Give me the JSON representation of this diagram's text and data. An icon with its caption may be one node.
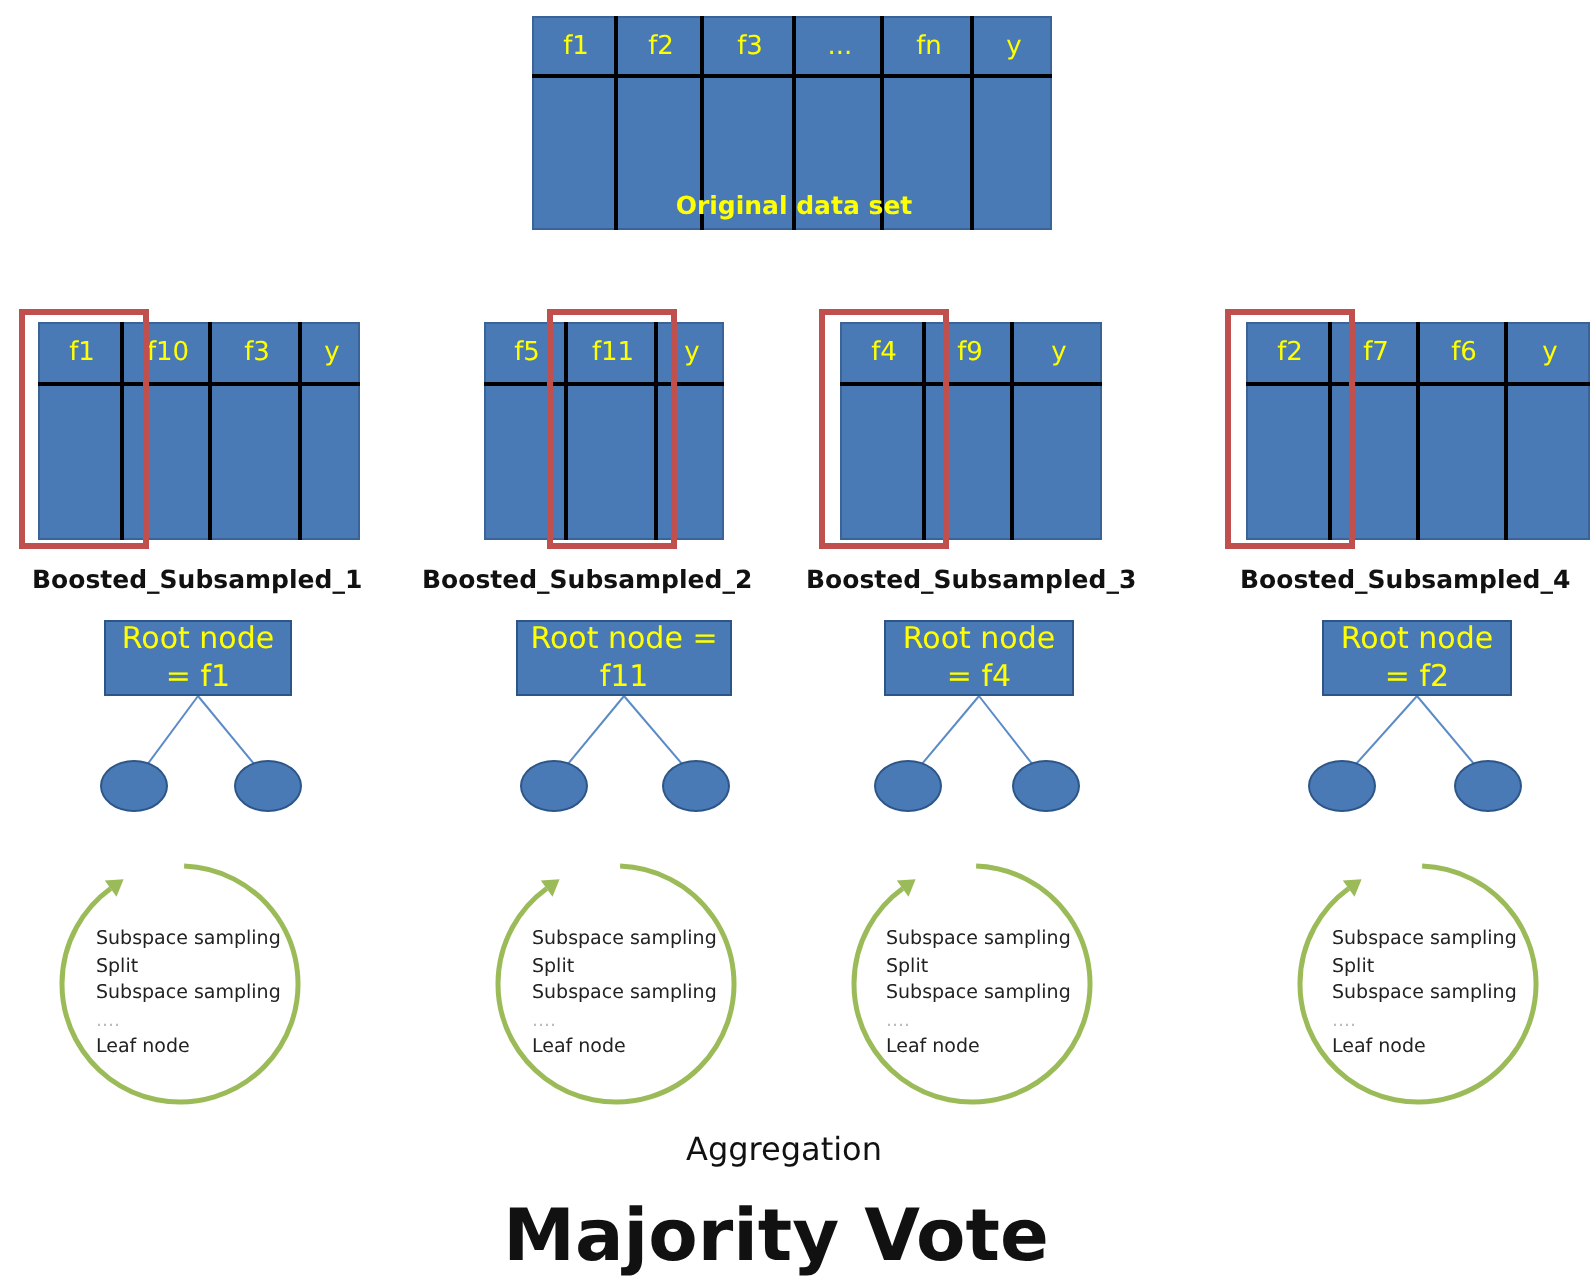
{
  "diagram": {
    "nodes": [
      {
        "text": [
          "f1",
          "f2",
          "f3",
          "...",
          "fn",
          "y",
          "Original data set"
        ]
      },
      {
        "text": [
          "f1",
          "f10",
          "f3",
          "y"
        ],
        "beside": [
          "Boosted_Subsampled_1"
        ]
      },
      {
        "text": [
          "f5",
          "f11",
          "y"
        ],
        "beside": [
          "Boosted_Subsampled_2"
        ]
      },
      {
        "text": [
          "f4",
          "f9",
          "y"
        ],
        "beside": [
          "Boosted_Subsampled_3"
        ]
      },
      {
        "text": [
          "f2",
          "f7",
          "f6",
          "y"
        ],
        "beside": [
          "Boosted_Subsampled_4"
        ]
      },
      {
        "text": [
          "Root node = f1"
        ]
      },
      {
        "text": [
          "Root node = f11"
        ]
      },
      {
        "text": [
          "Root node = f4"
        ]
      },
      {
        "text": [
          "Root node = f2"
        ]
      },
      {
        "text": [],
        "shape": "circle"
      },
      {
        "text": [],
        "shape": "circle"
      },
      {
        "text": [],
        "shape": "circle"
      },
      {
        "text": [],
        "shape": "circle"
      },
      {
        "text": [],
        "shape": "circle"
      },
      {
        "text": [],
        "shape": "circle"
      },
      {
        "text": [],
        "shape": "circle"
      },
      {
        "text": [],
        "shape": "circle"
      },
      {
        "text": [
          "Subspace sampling",
          "Split",
          "Subspace sampling",
          "....",
          "Leaf node"
        ]
      },
      {
        "text": [
          "Subspace sampling",
          "Split",
          "Subspace sampling",
          "....",
          "Leaf node"
        ]
      },
      {
        "text": [
          "Subspace sampling",
          "Split",
          "Subspace sampling",
          "....",
          "Leaf node"
        ]
      },
      {
        "text": [
          "Subspace sampling",
          "Split",
          "Subspace sampling",
          "....",
          "Leaf node"
        ]
      }
    ],
    "edges": [
      {
        "from": 5,
        "to": 9,
        "arrow": "none"
      },
      {
        "from": 5,
        "to": 10,
        "arrow": "none"
      },
      {
        "from": 6,
        "to": 11,
        "arrow": "none"
      },
      {
        "from": 6,
        "to": 12,
        "arrow": "none"
      },
      {
        "from": 7,
        "to": 13,
        "arrow": "none"
      },
      {
        "from": 7,
        "to": 14,
        "arrow": "none"
      },
      {
        "from": 8,
        "to": 15,
        "arrow": "none"
      },
      {
        "from": 8,
        "to": 16,
        "arrow": "none"
      }
    ],
    "labels": [
      "Aggregation",
      "Majority Vote"
    ]
  }
}
